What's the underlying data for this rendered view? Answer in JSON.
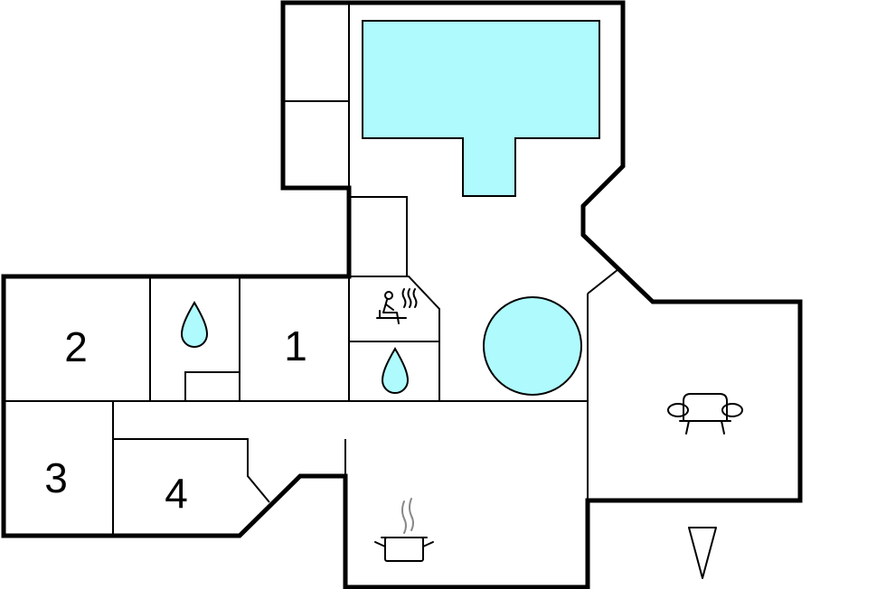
{
  "colors": {
    "pool_fill": "#AFFAFD",
    "wall": "#000000",
    "background": "#FFFFFF",
    "steam": "#888888"
  },
  "rooms": [
    {
      "label": "2"
    },
    {
      "label": "1"
    },
    {
      "label": "3"
    },
    {
      "label": "4"
    }
  ],
  "icons": {
    "bathroom_left": "water-drop-icon",
    "bathroom_right": "water-drop-icon",
    "sauna": "sauna-icon",
    "living_room": "sofa-icon",
    "kitchen": "cooking-pot-icon",
    "whirlpool": "whirlpool-icon",
    "pool": "swimming-pool-icon",
    "orientation": "north-arrow-icon"
  }
}
